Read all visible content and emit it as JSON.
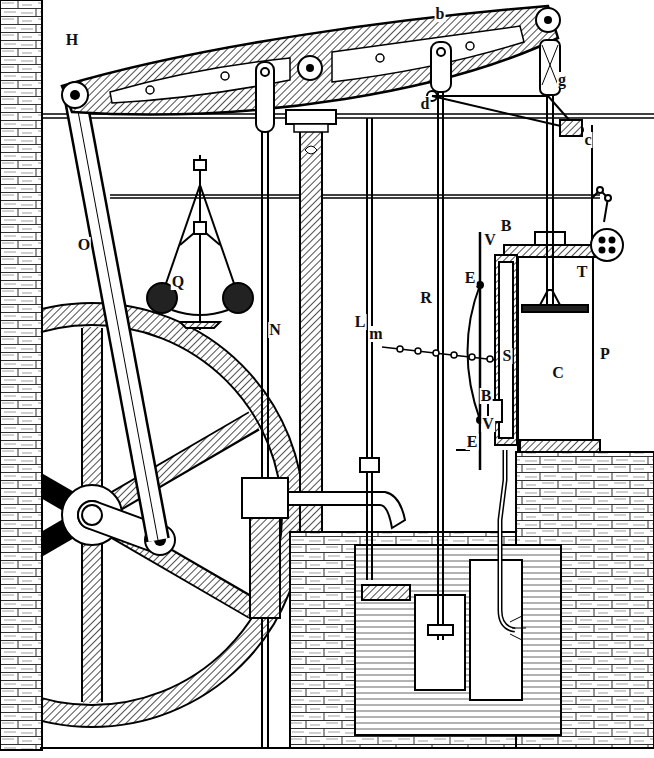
{
  "diagram": {
    "labels": [
      "H",
      "b",
      "d",
      "g",
      "c",
      "O",
      "Q",
      "V",
      "B",
      "T",
      "E",
      "R",
      "L",
      "m",
      "S",
      "C",
      "P",
      "N",
      "B",
      "V",
      "E"
    ]
  }
}
